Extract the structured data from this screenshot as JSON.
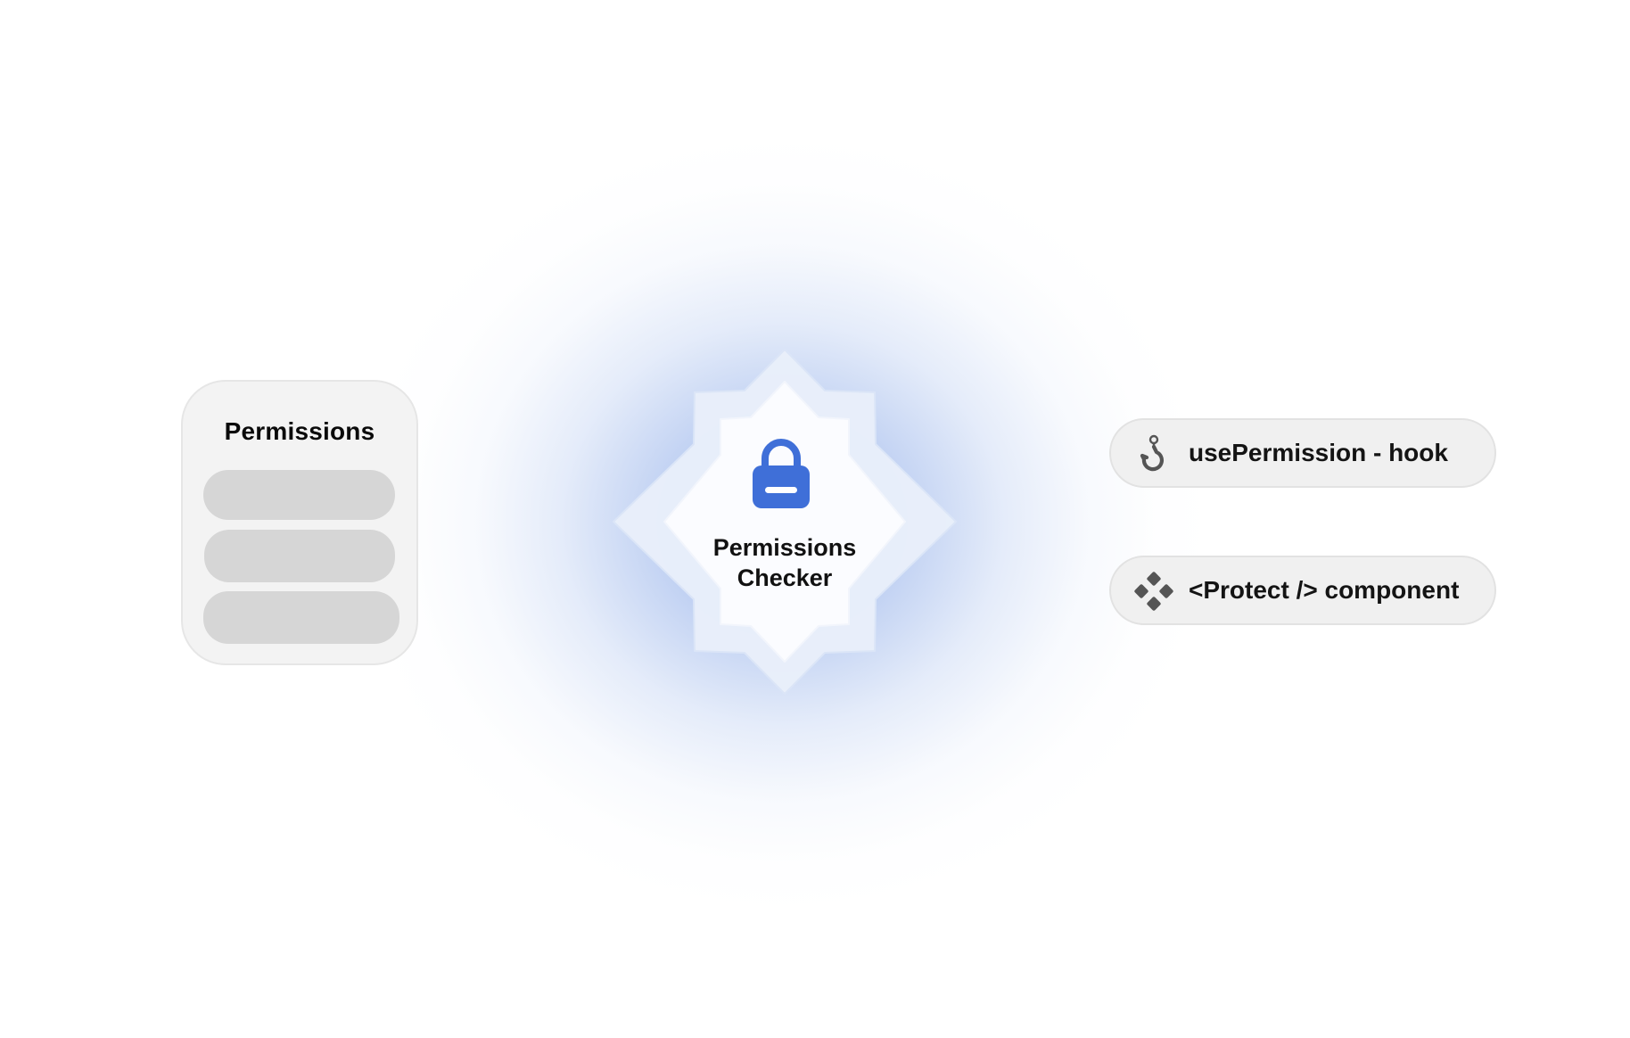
{
  "permissions_card": {
    "title": "Permissions",
    "rows": 3
  },
  "checker": {
    "title_line1": "Permissions",
    "title_line2": "Checker",
    "icon": "lock-icon"
  },
  "outputs": [
    {
      "label": "usePermission - hook",
      "icon": "hook-icon"
    },
    {
      "label": "<Protect /> component",
      "icon": "component-icon"
    }
  ],
  "colors": {
    "accent": "#3f6fd8",
    "glow": "#6089de",
    "card_bg": "#f3f3f3",
    "row_fill": "#d6d6d6",
    "icon_gray": "#555555"
  }
}
